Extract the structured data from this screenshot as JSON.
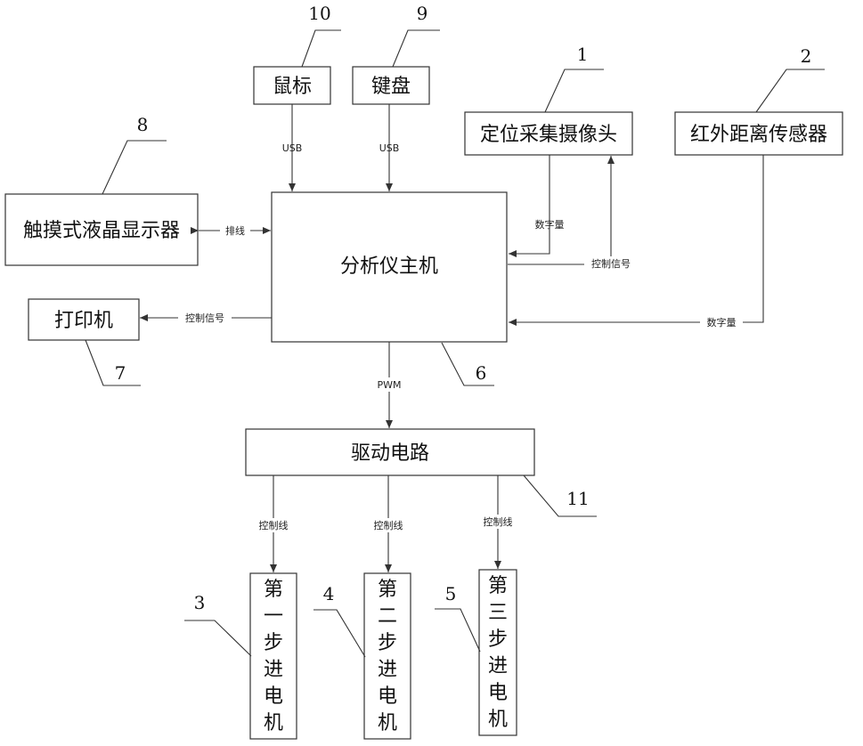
{
  "blocks": {
    "mouse": "鼠标",
    "keyboard": "键盘",
    "camera": "定位采集摄像头",
    "ir_sensor": "红外距离传感器",
    "touch_lcd": "触摸式液晶显示器",
    "host": "分析仪主机",
    "printer": "打印机",
    "driver": "驱动电路",
    "motor1": [
      "第",
      "一",
      "步",
      "进",
      "电",
      "机"
    ],
    "motor2": [
      "第",
      "二",
      "步",
      "进",
      "电",
      "机"
    ],
    "motor3": [
      "第",
      "三",
      "步",
      "进",
      "电",
      "机"
    ]
  },
  "labels": {
    "usb_mouse": "USB",
    "usb_keyboard": "USB",
    "cable": "排线",
    "camera_digital": "数字量",
    "camera_control": "控制信号",
    "ir_digital": "数字量",
    "printer_control": "控制信号",
    "pwm": "PWM",
    "ctrl_line_1": "控制线",
    "ctrl_line_2": "控制线",
    "ctrl_line_3": "控制线"
  },
  "numbers": {
    "camera": "1",
    "ir_sensor": "2",
    "motor1": "3",
    "motor2": "4",
    "motor3": "5",
    "host": "6",
    "printer": "7",
    "touch_lcd": "8",
    "keyboard": "9",
    "mouse": "10",
    "driver": "11"
  }
}
